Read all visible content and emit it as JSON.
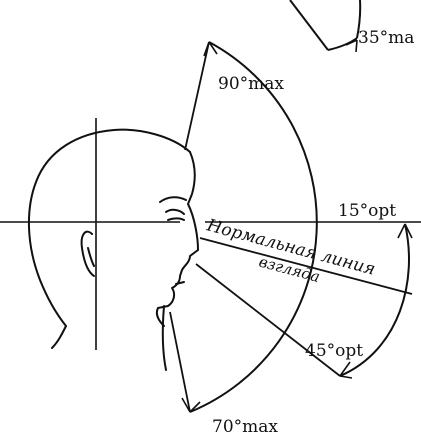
{
  "labels": {
    "angle_35": "35°ma",
    "angle_90": "90°max",
    "angle_15": "15°opt",
    "angle_45": "45°opt",
    "angle_70": "70°max",
    "gaze_line_1": "Нормальная линия",
    "gaze_line_2": "взгляда"
  },
  "colors": {
    "ink": "#111111",
    "background": "#ffffff"
  }
}
